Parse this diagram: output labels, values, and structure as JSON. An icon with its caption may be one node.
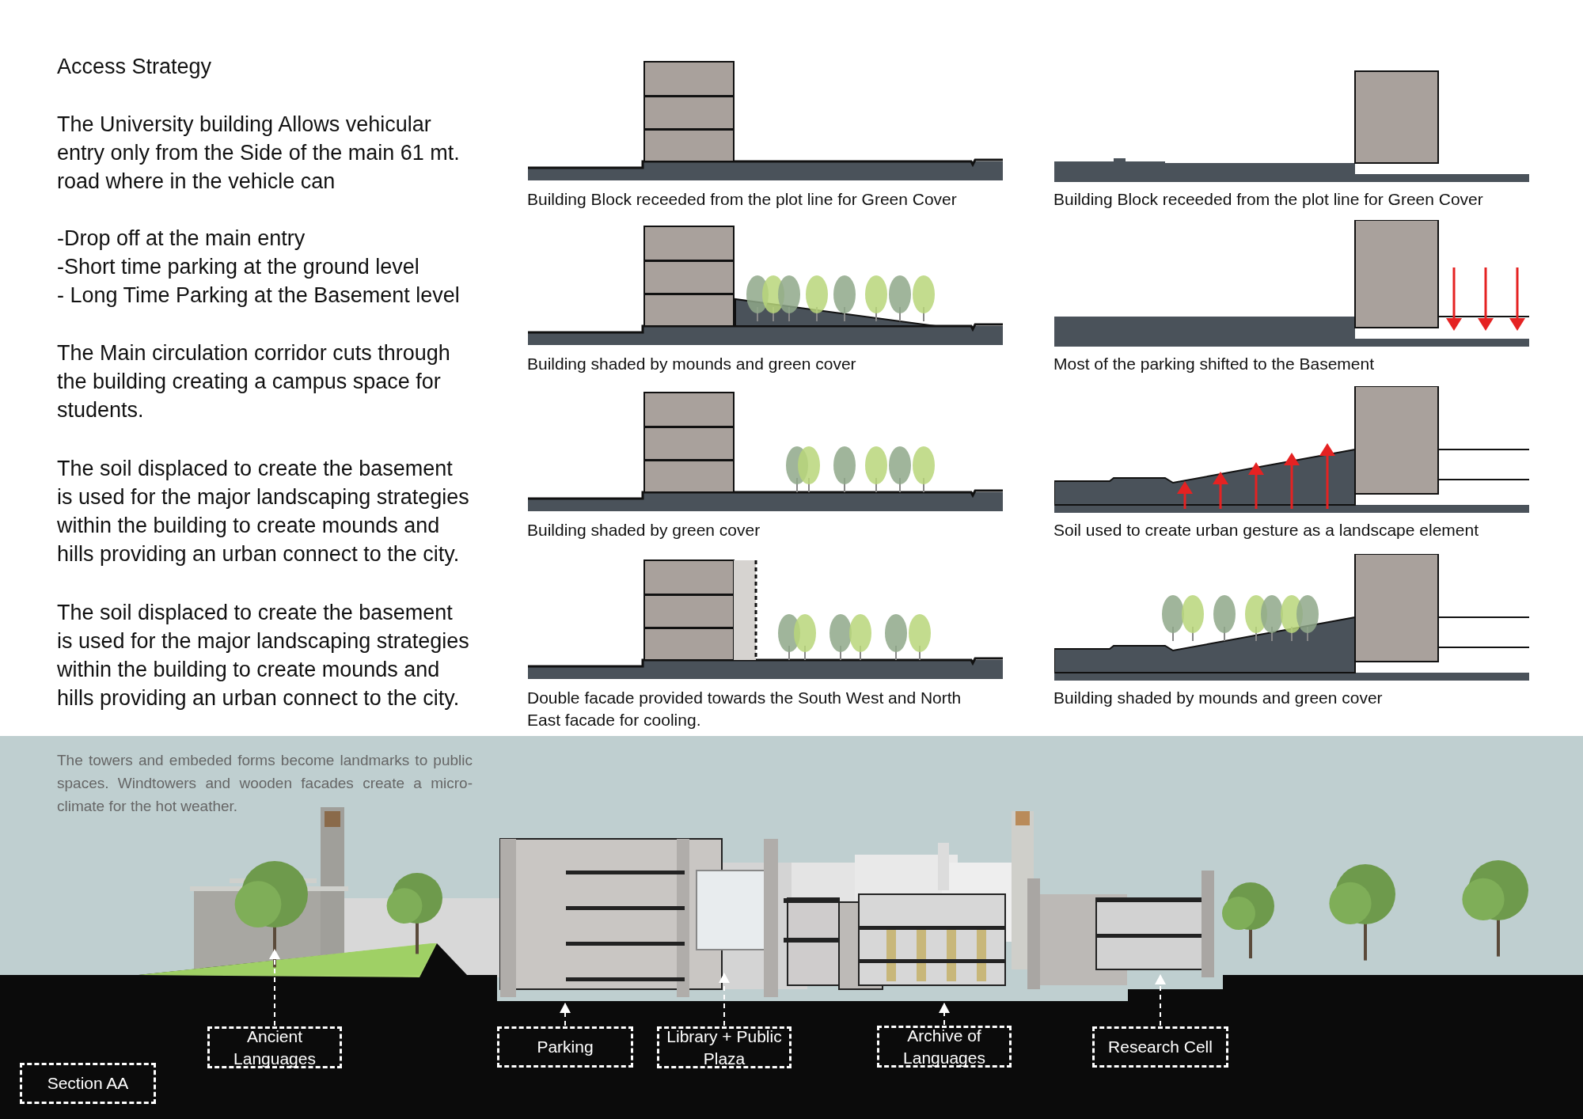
{
  "diagram": {
    "title": "Access Strategy",
    "nodes": [
      {
        "text": [
          "Section AA"
        ]
      },
      {
        "text": [
          "Ancient Languages"
        ]
      },
      {
        "text": [
          "Parking"
        ]
      },
      {
        "text": [
          "Library + Public Plaza"
        ]
      },
      {
        "text": [
          "Archive of Languages"
        ]
      },
      {
        "text": [
          "Research Cell"
        ]
      }
    ],
    "edges": [
      {
        "from": 1,
        "to": null,
        "arrow": "to",
        "style": "dashed"
      },
      {
        "from": 2,
        "to": null,
        "arrow": "to",
        "style": "dashed"
      },
      {
        "from": 3,
        "to": null,
        "arrow": "to",
        "style": "dashed"
      },
      {
        "from": 4,
        "to": null,
        "arrow": "to",
        "style": "dashed"
      },
      {
        "from": 5,
        "to": null,
        "arrow": "to",
        "style": "dashed"
      }
    ],
    "labels": [
      "The University building Allows vehicular entry only from the Side of the main 61 mt. road where in the vehicle can",
      "-Drop off at the main entry",
      "-Short time parking at the ground level",
      "- Long Time Parking at the Basement level",
      "The Main circulation corridor cuts through the building creating a campus space for students.",
      "The soil displaced to create the basement is used for the major landscaping strategies within the building to create mounds and hills providing an urban connect to the city.",
      "The soil displaced to create the basement is used for the major landscaping strategies within the building to create mounds and hills providing an urban connect to the city.",
      "Building Block receeded from the plot line for Green Cover",
      "Building Block receeded from the plot line for Green Cover",
      "Building shaded by mounds and green cover",
      "Most of the parking shifted to the Basement",
      "Building shaded by green cover",
      "Soil used to create urban gesture as a landscape element",
      "Double facade provided towards the South West and North East facade for cooling.",
      "Building shaded by mounds and green cover",
      "The towers and embeded forms become landmarks to public spaces. Windtowers and wooden facades create a micro- climate for the hot weather."
    ]
  }
}
